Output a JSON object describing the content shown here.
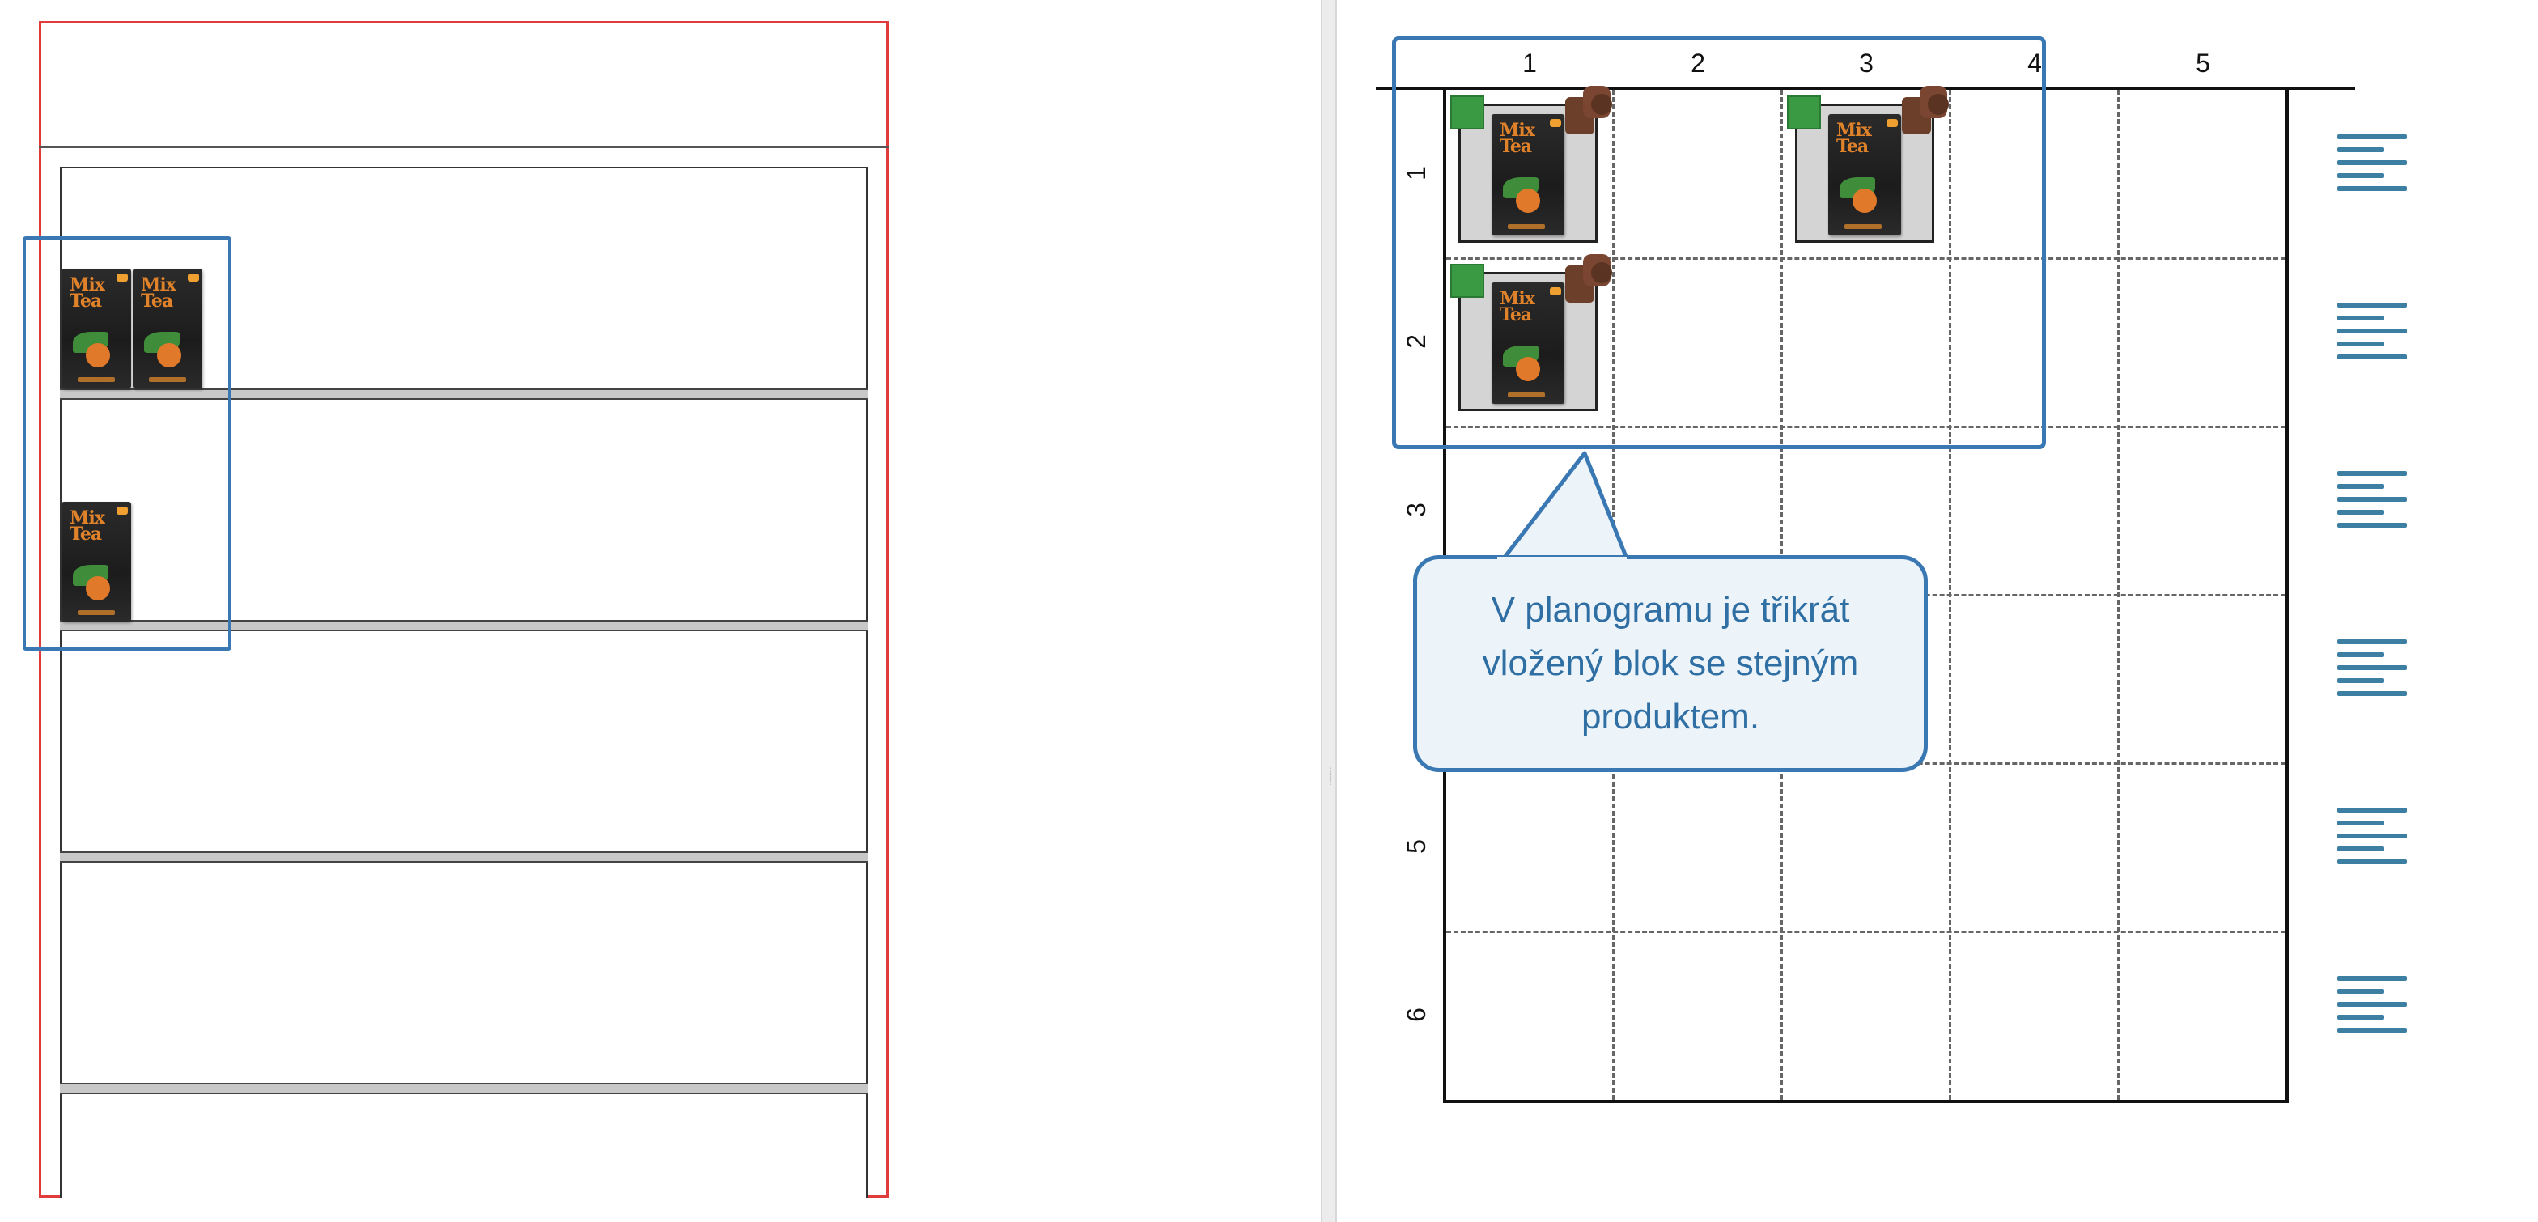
{
  "planogram": {
    "column_labels": [
      "1",
      "2",
      "3",
      "4",
      "5"
    ],
    "row_labels": [
      "1",
      "2",
      "3",
      "5",
      "6"
    ]
  },
  "product": {
    "brand_short": "Mix Tea"
  },
  "tooltip": {
    "text": "V planogramu je třikrát vložený blok se stejným produktem."
  },
  "colors": {
    "selection": "#3a78b4",
    "shelf_frame": "#e03c3c",
    "position_marker": "#3a9a44",
    "align_icon": "#3d7fa3"
  },
  "icons": [
    "green-square-marker-icon",
    "brown-product-icon",
    "align-left-icon"
  ]
}
